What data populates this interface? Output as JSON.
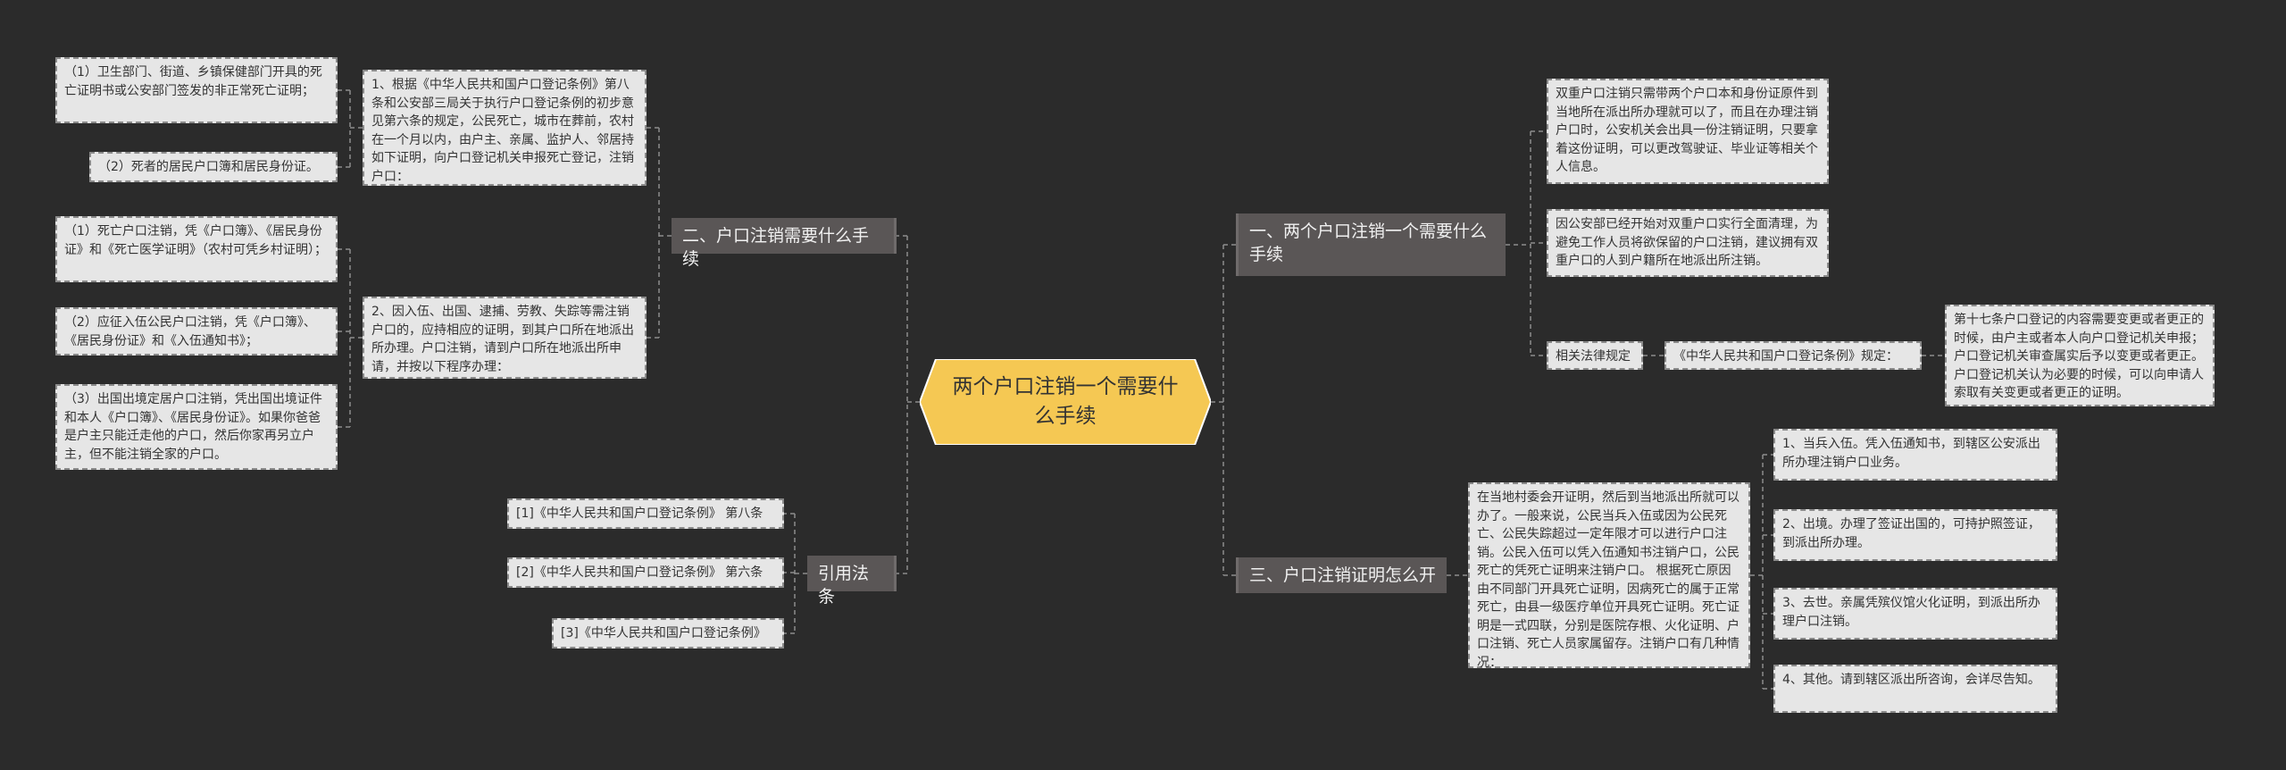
{
  "root": {
    "label": "两个户口注销一个需要什么手续"
  },
  "right": {
    "b1": {
      "label": "一、两个户口注销一个需要什么手续",
      "items": [
        "双重户口注销只需带两个户口本和身份证原件到当地所在派出所办理就可以了，而且在办理注销户口时，公安机关会出具一份注销证明，只要拿着这份证明，可以更改驾驶证、毕业证等相关个人信息。",
        "因公安部已经开始对双重户口实行全面清理，为避免工作人员将欲保留的户口注销，建议拥有双重户口的人到户籍所在地派出所注销。"
      ],
      "law": {
        "label": "相关法律规定",
        "title": "《中华人民共和国户口登记条例》规定：",
        "text": "第十七条户口登记的内容需要变更或者更正的时候，由户主或者本人向户口登记机关申报；户口登记机关审查属实后予以变更或者更正。户口登记机关认为必要的时候，可以向申请人索取有关变更或者更正的证明。"
      }
    },
    "b3": {
      "label": "三、户口注销证明怎么开",
      "main": "在当地村委会开证明，然后到当地派出所就可以办了。一般来说，公民当兵入伍或因为公民死亡、公民失踪超过一定年限才可以进行户口注销。公民入伍可以凭入伍通知书注销户口，公民死亡的凭死亡证明来注销户口。  根据死亡原因由不同部门开具死亡证明，因病死亡的属于正常死亡，由县一级医疗单位开具死亡证明。死亡证明是一式四联，分别是医院存根、火化证明、户口注销、死亡人员家属留存。注销户口有几种情况：",
      "items": [
        "1、当兵入伍。凭入伍通知书，到辖区公安派出所办理注销户口业务。",
        "2、出境。办理了签证出国的，可持护照签证，到派出所办理。",
        "3、去世。亲属凭殡仪馆火化证明，到派出所办理户口注销。",
        "4、其他。请到辖区派出所咨询，会详尽告知。"
      ]
    }
  },
  "left": {
    "b2": {
      "label": "二、户口注销需要什么手续",
      "groups": [
        {
          "text": "1、根据《中华人民共和国户口登记条例》第八条和公安部三局关于执行户口登记条例的初步意见第六条的规定，公民死亡，城市在葬前，农村在一个月以内，由户主、亲属、监护人、邻居持如下证明，向户口登记机关申报死亡登记，注销户口：",
          "items": [
            "（1）卫生部门、街道、乡镇保健部门开具的死亡证明书或公安部门签发的非正常死亡证明；",
            "（2）死者的居民户口簿和居民身份证。"
          ]
        },
        {
          "text": "2、因入伍、出国、逮捕、劳教、失踪等需注销户口的，应持相应的证明，到其户口所在地派出所办理。户口注销，请到户口所在地派出所申请，并按以下程序办理：",
          "items": [
            "（1）死亡户口注销，凭《户口簿》、《居民身份证》和《死亡医学证明》（农村可凭乡村证明）；",
            "（2）应征入伍公民户口注销，凭《户口簿》、《居民身份证》和《入伍通知书》；",
            "（3）出国出境定居户口注销，凭出国出境证件和本人《户口簿》、《居民身份证》。如果你爸爸是户主只能迁走他的户口，然后你家再另立户主，但不能注销全家的户口。"
          ]
        }
      ]
    },
    "b4": {
      "label": "引用法条",
      "items": [
        "[1]《中华人民共和国户口登记条例》 第八条",
        "[2]《中华人民共和国户口登记条例》 第六条",
        "[3]《中华人民共和国户口登记条例》"
      ]
    }
  },
  "colors": {
    "background": "#2b2b2b",
    "root": "#f5c853",
    "branch": "#5a5656",
    "leaf": "#e6e6e6",
    "link": "#8c8c8c"
  }
}
